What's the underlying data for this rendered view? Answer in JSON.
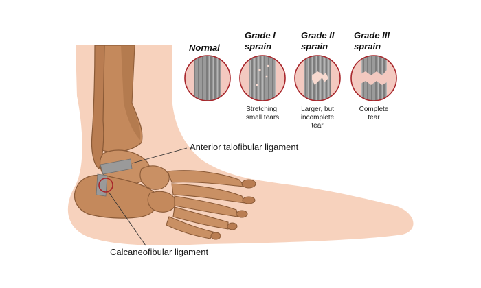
{
  "grades": [
    {
      "id": "normal",
      "title_lines": [
        "Normal"
      ],
      "desc_lines": []
    },
    {
      "id": "grade1",
      "title_lines": [
        "Grade I",
        "sprain"
      ],
      "desc_lines": [
        "Stretching,",
        "small tears"
      ]
    },
    {
      "id": "grade2",
      "title_lines": [
        "Grade II",
        "sprain"
      ],
      "desc_lines": [
        "Larger, but",
        "incomplete",
        "tear"
      ]
    },
    {
      "id": "grade3",
      "title_lines": [
        "Grade III",
        "sprain"
      ],
      "desc_lines": [
        "Complete",
        "tear"
      ]
    }
  ],
  "callouts": {
    "anterior": "Anterior talofibular ligament",
    "calcaneo": "Calcaneofibular ligament"
  },
  "colors": {
    "skin": "#f7d2bd",
    "bone": "#c4895c",
    "bone_dark": "#8a5a37",
    "ligament": "#8f8f8f",
    "ring": "#a8262b"
  }
}
